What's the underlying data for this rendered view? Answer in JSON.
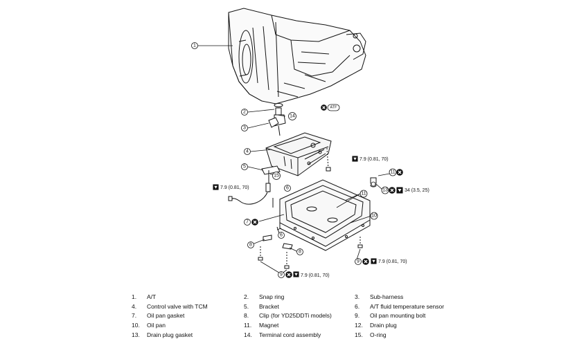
{
  "callouts": [
    {
      "id": "c1",
      "num": "1"
    },
    {
      "id": "c2",
      "num": "2"
    },
    {
      "id": "c3",
      "num": "3"
    },
    {
      "id": "c14",
      "num": "14"
    },
    {
      "id": "c4",
      "num": "4"
    },
    {
      "id": "c5",
      "num": "5"
    },
    {
      "id": "c15a",
      "num": "15"
    },
    {
      "id": "c6a",
      "num": "6"
    },
    {
      "id": "c11a",
      "num": "11"
    },
    {
      "id": "c12",
      "num": "12"
    },
    {
      "id": "c13",
      "num": "13"
    },
    {
      "id": "c11b",
      "num": "11"
    },
    {
      "id": "c7",
      "num": "7"
    },
    {
      "id": "c6b",
      "num": "6"
    },
    {
      "id": "c8a",
      "num": "8"
    },
    {
      "id": "c8b",
      "num": "8"
    },
    {
      "id": "c9a",
      "num": "9"
    },
    {
      "id": "c9b",
      "num": "9"
    },
    {
      "id": "c10",
      "num": "10"
    }
  ],
  "torques": {
    "t1": "7.9 (0.81, 70)",
    "t2": "7.9 (0.81, 70)",
    "t3": "34 (3.5, 25)",
    "t4": "7.9 (0.81, 70)",
    "t5": "7.9 (0.81, 70)"
  },
  "atf_label": "ATF",
  "legend": [
    [
      {
        "num": "1.",
        "text": "A/T"
      },
      {
        "num": "2.",
        "text": "Snap ring"
      },
      {
        "num": "3.",
        "text": "Sub-harness"
      }
    ],
    [
      {
        "num": "4.",
        "text": "Control valve with TCM"
      },
      {
        "num": "5.",
        "text": "Bracket"
      },
      {
        "num": "6.",
        "text": "A/T fluid temperature sensor"
      }
    ],
    [
      {
        "num": "7.",
        "text": "Oil pan gasket"
      },
      {
        "num": "8.",
        "text": "Clip (for YD25DDTi models)"
      },
      {
        "num": "9.",
        "text": "Oil pan mounting bolt"
      }
    ],
    [
      {
        "num": "10.",
        "text": "Oil pan"
      },
      {
        "num": "11.",
        "text": "Magnet"
      },
      {
        "num": "12.",
        "text": "Drain plug"
      }
    ],
    [
      {
        "num": "13.",
        "text": "Drain plug gasket"
      },
      {
        "num": "14.",
        "text": "Terminal cord assembly"
      },
      {
        "num": "15.",
        "text": "O-ring"
      }
    ]
  ]
}
